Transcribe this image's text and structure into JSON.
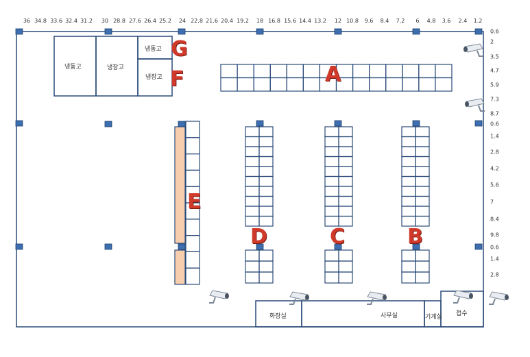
{
  "top_scale": [
    "36",
    "34.8",
    "33.6",
    "32.4",
    "31.2",
    "30",
    "28.8",
    "27.6",
    "26.4",
    "25.2",
    "24",
    "22.8",
    "21.6",
    "20.4",
    "19.2",
    "18",
    "16.8",
    "15.6",
    "14.4",
    "13.2",
    "12",
    "10.8",
    "9.6",
    "8.4",
    "7.2",
    "6",
    "4.8",
    "3.6",
    "2.4",
    "1.2"
  ],
  "right_scale": [
    "0.6",
    "2",
    "3.5",
    "4.7",
    "5.9",
    "7.3",
    "8.7",
    "0.6",
    "1.4",
    "2.8",
    "4.2",
    "5.6",
    "7",
    "8.4",
    "9.8",
    "0.6",
    "1.4",
    "2.8"
  ],
  "rooms": {
    "freezer": "냉동고",
    "fridge_1": "냉장고",
    "fridge_g": "냉동고",
    "fridge_f": "냉장고",
    "restroom": "화장실",
    "office": "사무실",
    "machine_room": "기계실",
    "reception": "접수"
  },
  "zones": {
    "a": "A",
    "b": "B",
    "c": "C",
    "d": "D",
    "e": "E",
    "f": "F",
    "g": "G"
  },
  "colors": {
    "line": "#2a4a78",
    "pillar": "#3d6fb0",
    "rack_highlight": "#f8cfae",
    "zone_label": "#d03a2a"
  },
  "icons": {
    "camera": "cctv-camera-icon",
    "pillar": "column-marker-icon"
  }
}
